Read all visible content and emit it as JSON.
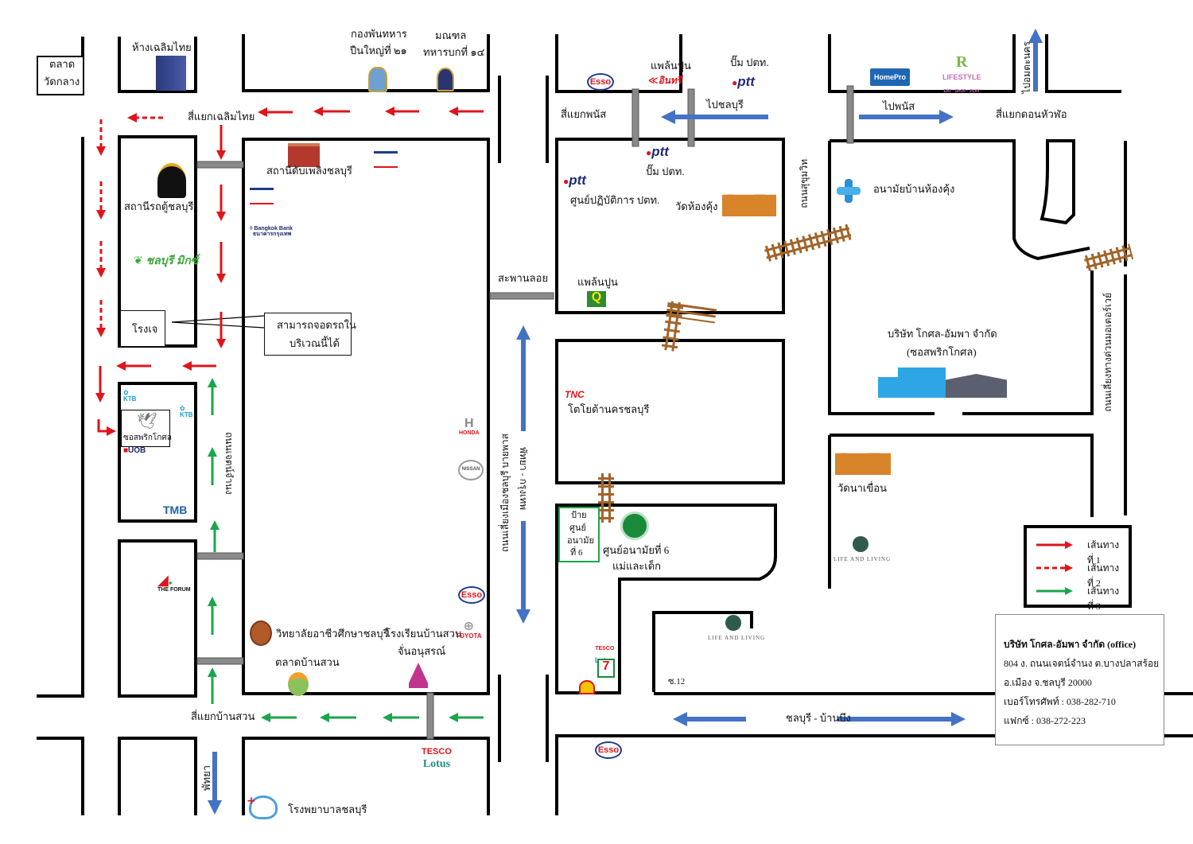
{
  "title": "แผนที่ บริษัท โกศล-อัมพา จำกัด",
  "colors": {
    "route1": "#e0141b",
    "route2": "#e0141b",
    "route3": "#1aa64a",
    "direction": "#4472c4",
    "rail": "#a0642a",
    "road": "#000000"
  },
  "places": {
    "talat_wat_klang": [
      "ตลาด",
      "วัดกลาง"
    ],
    "chaloem_thai_store": "ห้างเฉลิมไทย",
    "army_battalion": [
      "กองพันทหาร",
      "ปืนใหญ่ที่ ๒๑"
    ],
    "military_district": [
      "มณฑล",
      "ทหารบกที่ ๑๔"
    ],
    "chaloem_thai_junction": "สี่แยกเฉลิมไทย",
    "train_station": "สถานีรถตู้ชลบุรี",
    "fire_station": "สถานีดับเพลิงชลบุรี",
    "rongje": "โรงเจ",
    "parking_note": [
      "สามารถจอดรถใน",
      "บริเวณนี้ได้"
    ],
    "soi_prik_kosol": "ซอสพริกโกศล",
    "chetchamnong_road": "ถนนเจตน์จำนง",
    "vocational_college": "วิทยาลัยอาชีวศึกษาชลบุรี",
    "school_ban_suan": [
      "โรงเรียนบ้านสวน",
      "จั่นอนุสรณ์"
    ],
    "ban_suan_market": "ตลาดบ้านสวน",
    "ban_suan_junction": "สี่แยกบ้านสวน",
    "pattaya": "พัทยา",
    "chonburi_hospital": "โรงพยาบาลชลบุรี",
    "phanat_junction": "สี่แยกพนัส",
    "plan_pun_top": "แพล้นปูน",
    "ptt_pump_top": "ปั๊ม ปตท.",
    "to_chonburi": "ไปชลบุรี",
    "ptt_pump_mid": "ปั๊ม ปตท.",
    "ptt_ops_center": "ศูนย์ปฏิบัติการ ปตท.",
    "wat_nong_kung": "วัดห้องคุ้ง",
    "sukhumvit_road": "ถนนสุขุมวิท",
    "saphan_loi": "สะพานลอย",
    "plan_pun_mid": "แพล้นปูน",
    "toyota_nakhon": "โตโยต้านครชลบุรี",
    "bypass_road": "ถนนเลี่ยงเมืองชลบุรี บายพาส",
    "pattaya_bkk": "พัทยา - กรุงเทพ",
    "health_center_sign": [
      "ป้าย",
      "ศูนย์",
      "อนามัย",
      "ที่ 6"
    ],
    "health_center_6": [
      "ศูนย์อนามัยที่ 6",
      "แม่และเด็ก"
    ],
    "soi_12": "ซ.12",
    "chonburi_ban_bueng": "ชลบุรี - บ้านบึง",
    "to_phanat": "ไปพนัส",
    "don_hua_lo_junction": "สี่แยกดอนหัวฬ่อ",
    "to_amata": "ไปอมตะนคร",
    "health_ban_nong_kung": "อนามัยบ้านห้องคุ้ง",
    "company": [
      "บริษัท โกศล-อัมพา จำกัด",
      "(ซอสพริกโกศล)"
    ],
    "outer_ring_road": "ถนนเลี่ยงทางด่วนมอเตอร์เวย์",
    "wat_na_khuean": "วัดนาเขื่อน",
    "life_and_living": "LIFE AND LIVING"
  },
  "logos": {
    "esso": "Esso",
    "ptt": "ptt",
    "insee": "อินทรี",
    "homepro": "HomePro",
    "robinson": "LIFESTYLE",
    "robinson_sub": "EAT · SHOP · PLAY",
    "honda": "HONDA",
    "nissan": "NISSAN",
    "toyota": "TOYOTA",
    "tesco": "TESCO",
    "lotus": "Lotus",
    "tmb": "TMB",
    "uob": "UOB",
    "ktb": "KTB",
    "bangkok_bank": "Bangkok Bank",
    "bangkok_bank_th": "ธนาคารกรุงเทพ",
    "forum": "THE FORUM",
    "tnc": "TNC",
    "q_mix": "Q",
    "seven": "7"
  },
  "legend": [
    {
      "label": "เส้นทางที่ 1",
      "style": "solid",
      "color": "#e0141b"
    },
    {
      "label": "เส้นทางที่ 2",
      "style": "dashed",
      "color": "#e0141b"
    },
    {
      "label": "เส้นทางที่ 3",
      "style": "solid",
      "color": "#1aa64a"
    }
  ],
  "office": {
    "name": "บริษัท โกศล-อัมพา จำกัด (office)",
    "address1": "804 ง. ถนนเจตน์จำนง ต.บางปลาสร้อย",
    "address2": "อ.เมือง จ.ชลบุรี 20000",
    "phone": "เบอร์โทรศัพท์ : 038-282-710",
    "fax": "แฟกซ์ : 038-272-223"
  }
}
